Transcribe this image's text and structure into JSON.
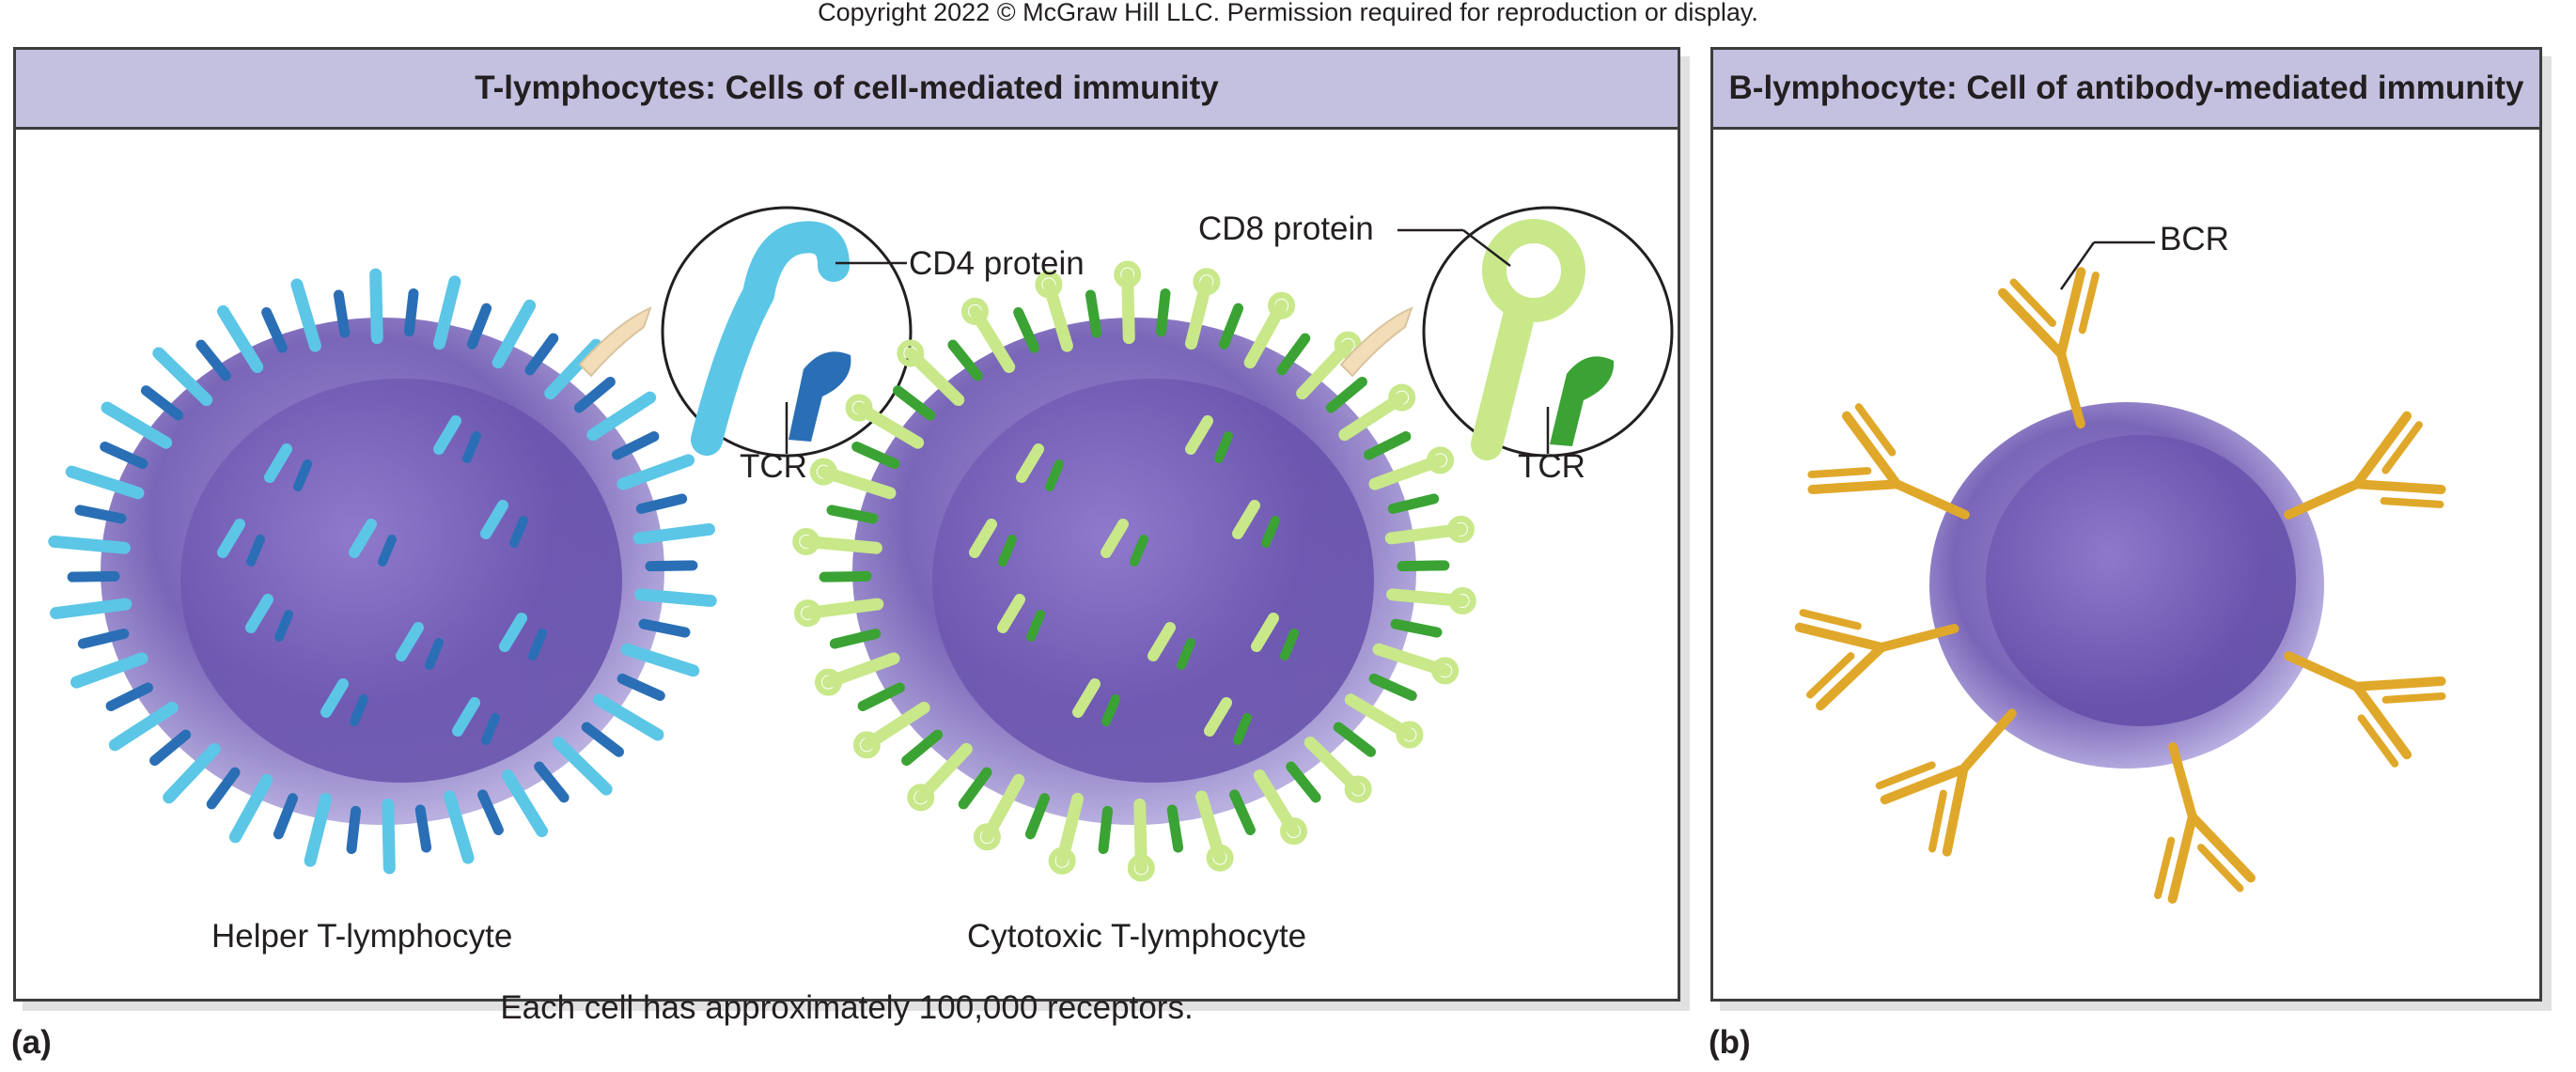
{
  "copyright": "Copyright 2022 © McGraw Hill LLC. Permission required for reproduction or display.",
  "colors": {
    "header_bg": "#c4c0e0",
    "border": "#3d3d3d",
    "cell_body": "#7a66b8",
    "cell_nucleus": "#5b45a3",
    "cd4_blue": "#5cc6e6",
    "tcr_blue": "#2a6fb5",
    "cd8_green": "#c8e88a",
    "tcr_green": "#3aa334",
    "bcr_gold": "#e0a82a",
    "arrow": "#f2ddb8"
  },
  "panel_a": {
    "title": "T-lymphocytes: Cells of cell-mediated immunity",
    "letter": "(a)",
    "cd4_label": "CD4 protein",
    "cd8_label": "CD8 protein",
    "tcr_label_left": "TCR",
    "tcr_label_right": "TCR",
    "helper_caption": "Helper T-lymphocyte",
    "cytotoxic_caption": "Cytotoxic T-lymphocyte",
    "receptor_note": "Each cell has approximately 100,000 receptors."
  },
  "panel_b": {
    "title": "B-lymphocyte: Cell of antibody-mediated immunity",
    "letter": "(b)",
    "bcr_label": "BCR"
  }
}
